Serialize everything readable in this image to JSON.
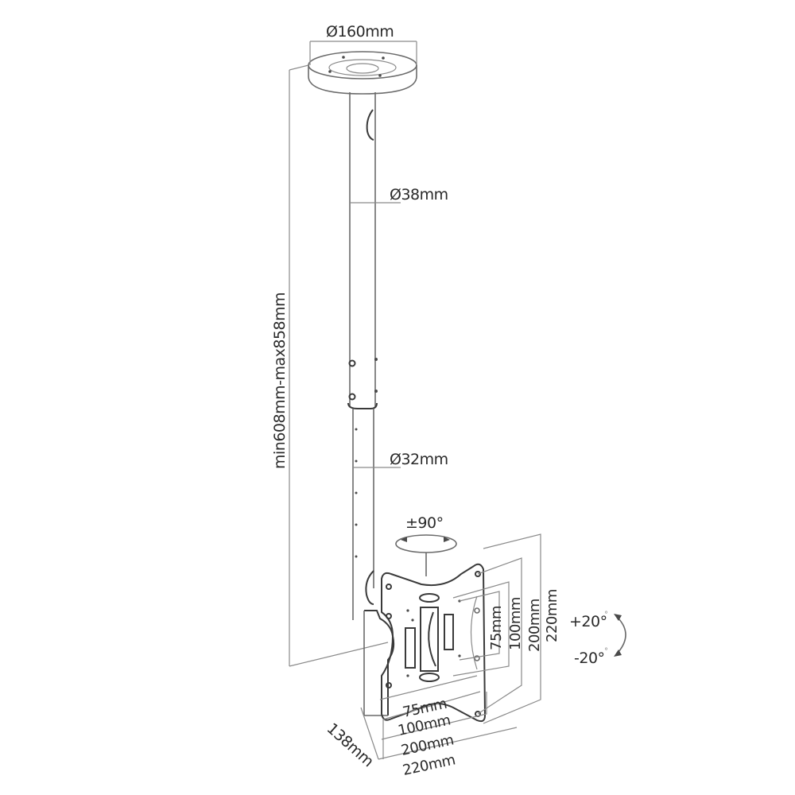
{
  "diagram": {
    "subject": "Ceiling TV mount dimension drawing",
    "line_color": "#6a6a6a",
    "text_color": "#2a2a2a",
    "labels": {
      "ceiling_plate_diameter": "Ø160mm",
      "upper_tube_diameter": "Ø38mm",
      "lower_tube_diameter": "Ø32mm",
      "height_range": "min608mm-max858mm",
      "swivel": "±90°",
      "tilt_up": "+20°",
      "tilt_down": "-20°",
      "depth": "138mm",
      "vesa_vertical": [
        "75mm",
        "100mm",
        "200mm",
        "220mm"
      ],
      "vesa_horizontal": [
        "75mm",
        "100mm",
        "200mm",
        "220mm"
      ]
    }
  }
}
